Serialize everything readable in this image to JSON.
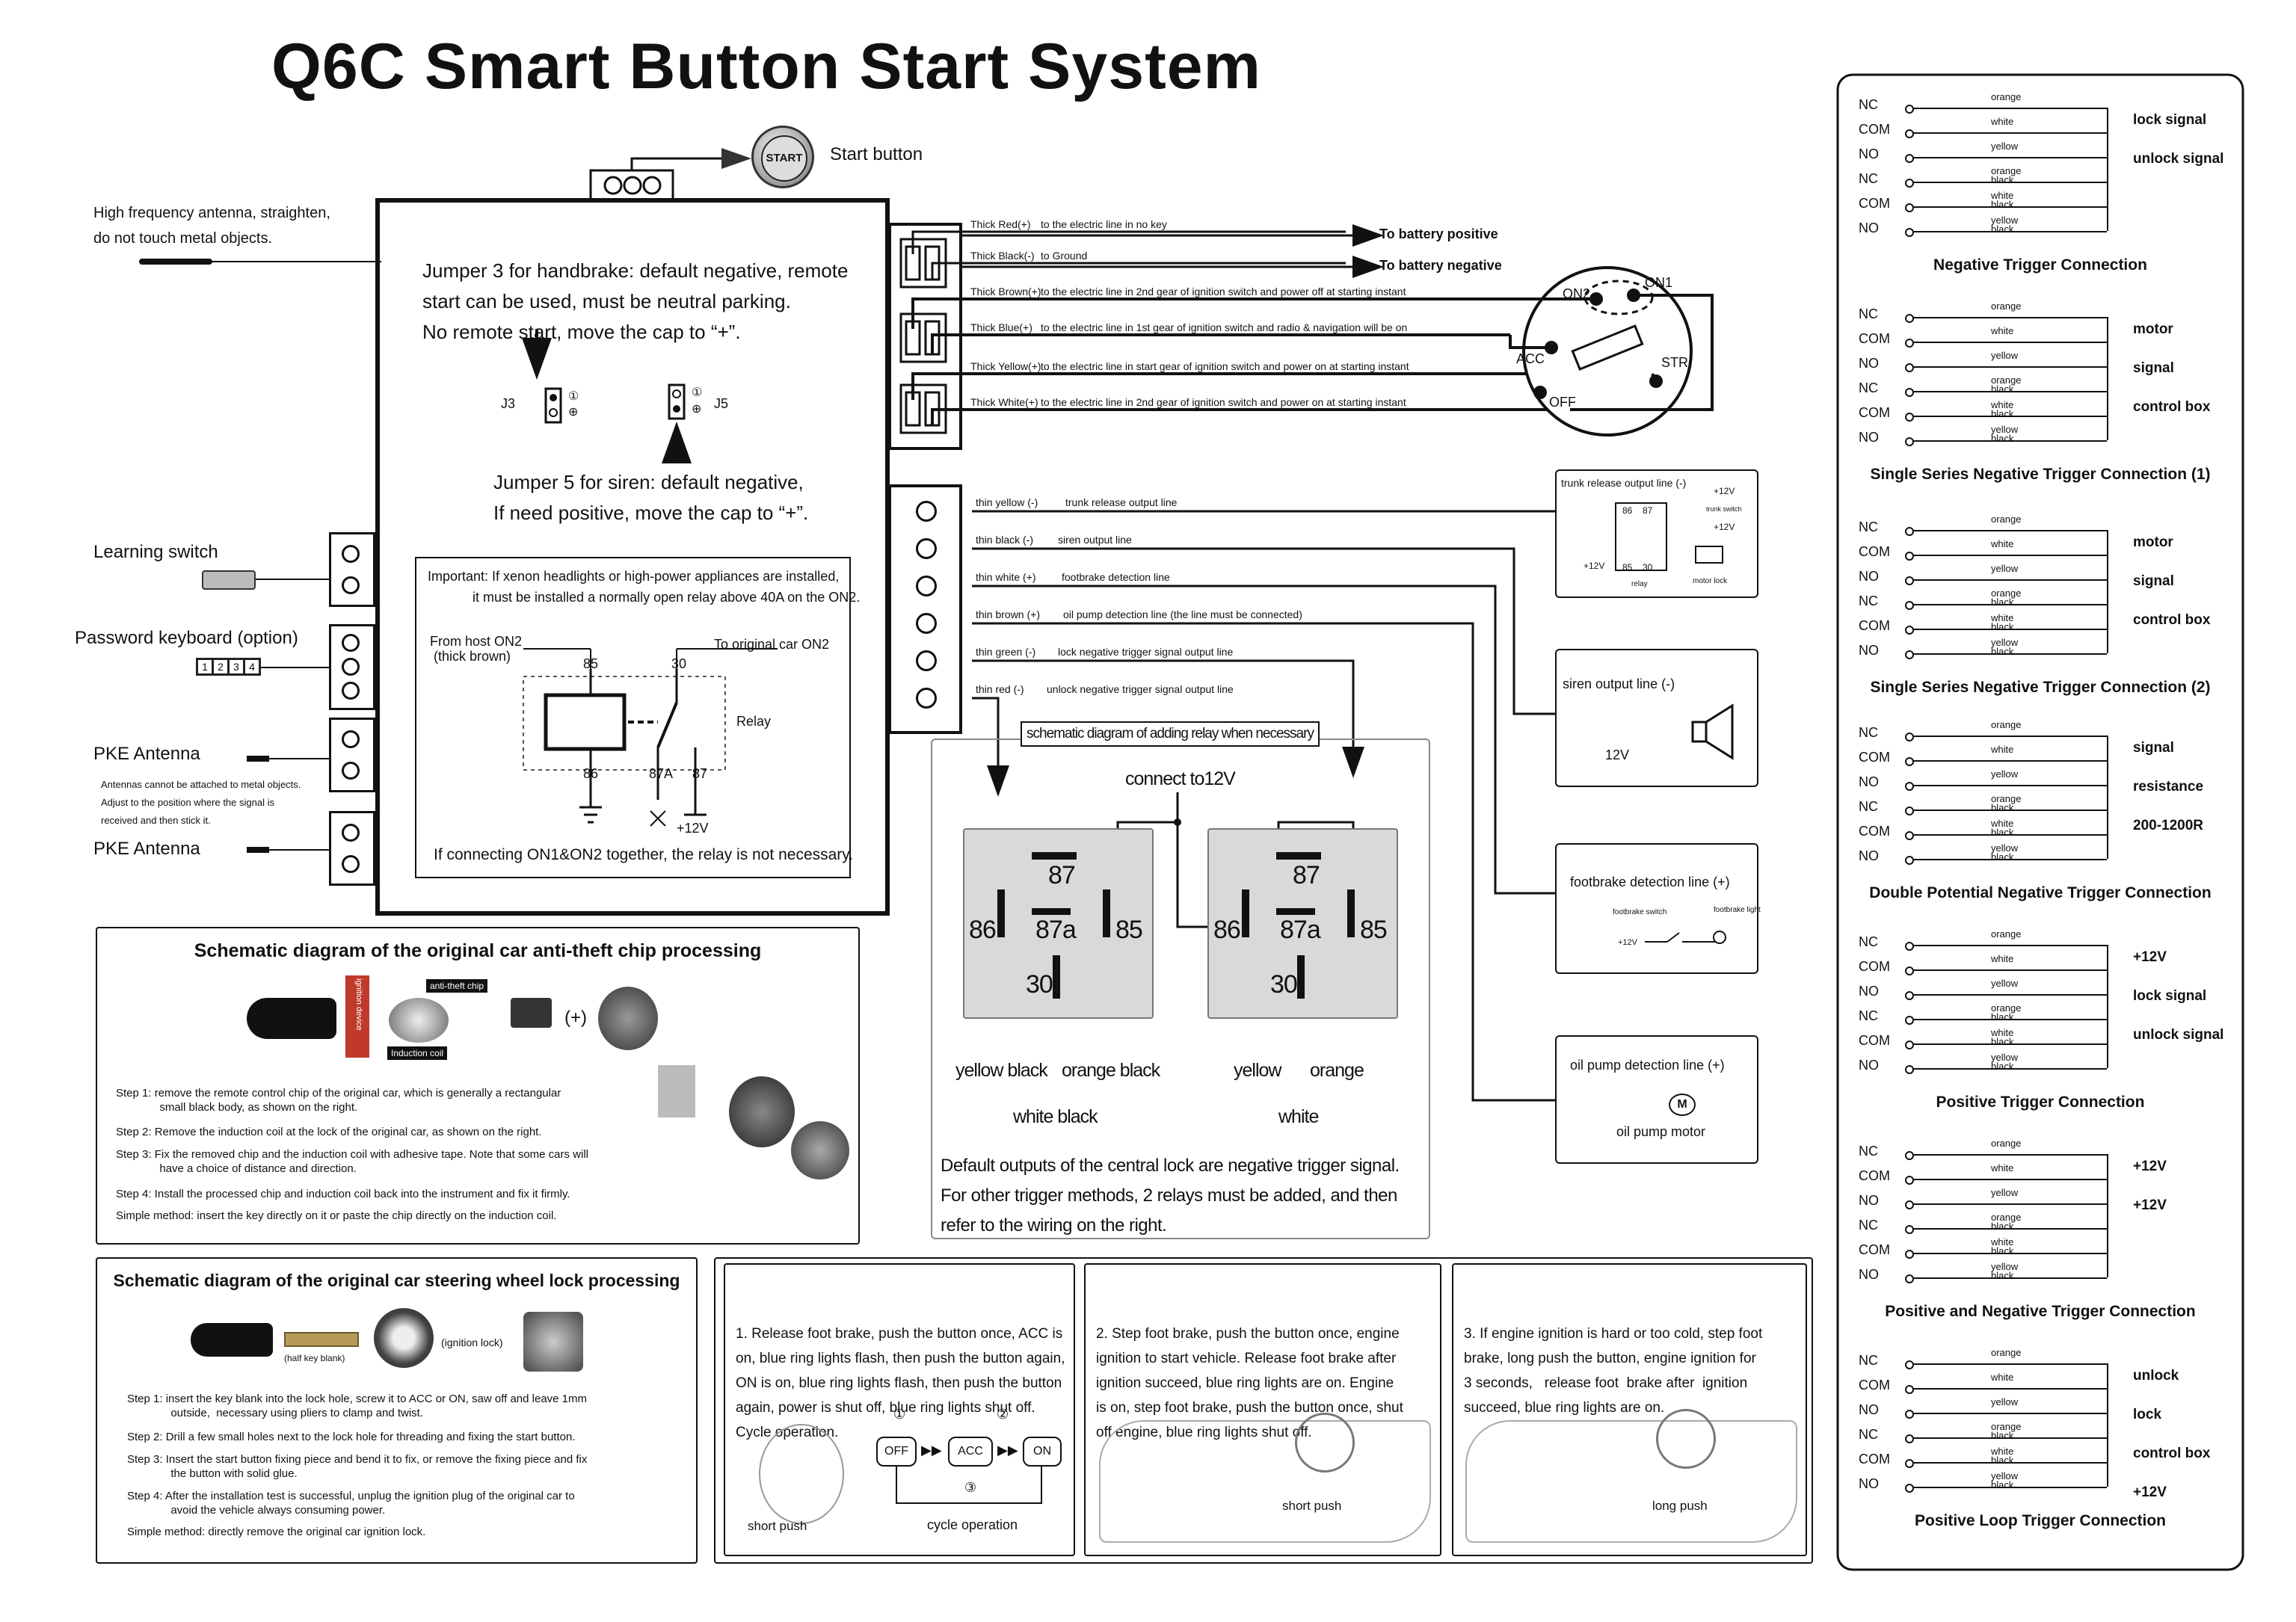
{
  "title": "Q6C Smart Button Start System",
  "start_button": {
    "icon_text": "START",
    "label": "Start button"
  },
  "antenna_note": [
    "High frequency antenna, straighten,",
    "do not touch metal objects."
  ],
  "jumper3_text": [
    "Jumper 3 for handbrake: default negative, remote",
    "start can be used, must be neutral parking.",
    "No remote start, move the cap to  “+”."
  ],
  "jumper5_text": [
    "Jumper 5 for siren: default negative,",
    "If need positive, move the cap to  “+”."
  ],
  "jumpers": {
    "j3": "J3",
    "j5": "J5",
    "one": "①",
    "plus": "⊕"
  },
  "important": [
    "Important: If xenon headlights or high-power appliances are installed,",
    "it must be installed a normally open relay above 40A on the ON2."
  ],
  "relay_inner": {
    "from_host": "From host ON2",
    "thick_brown": "(thick brown)",
    "to_original": "To original car ON2",
    "relay": "Relay",
    "p85": "85",
    "p30": "30",
    "p86": "86",
    "p87a": "87A",
    "p87": "87",
    "plus12": "+12V",
    "note": "If connecting ON1&ON2 together, the relay is not necessary."
  },
  "left_labels": {
    "learning": "Learning switch",
    "password": "Password keyboard  (option)",
    "keypad": [
      "1",
      "2",
      "3",
      "4"
    ],
    "pke1": "PKE Antenna",
    "pke_note": [
      "Antennas cannot be attached to metal objects.",
      "Adjust to the position where the signal is",
      "received and then stick it."
    ],
    "pke2": "PKE Antenna"
  },
  "thick_wires": [
    {
      "name": "Thick Red(+)",
      "desc": "to the electric line in no key"
    },
    {
      "name": "Thick Black(-)",
      "desc": "to Ground"
    },
    {
      "name": "Thick Brown(+)",
      "desc": "to the electric line in 2nd gear of ignition switch and power off at starting instant"
    },
    {
      "name": "Thick Blue(+)",
      "desc": "to the electric line in 1st gear of ignition switch and radio & navigation will be on"
    },
    {
      "name": "Thick Yellow(+)",
      "desc": "to the electric line in start gear of ignition switch and power on at starting instant"
    },
    {
      "name": "Thick White(+)",
      "desc": "to the electric line in 2nd gear of ignition switch and power on at starting instant"
    }
  ],
  "battery": {
    "positive": "To battery positive",
    "negative": "To battery negative"
  },
  "ignition": {
    "on2": "ON2",
    "on1": "ON1",
    "acc": "ACC",
    "str": "STR",
    "off": "OFF"
  },
  "thin_wires": [
    {
      "name": "thin yellow (-)",
      "desc": "trunk release output line"
    },
    {
      "name": "thin black (-)",
      "desc": "siren output line"
    },
    {
      "name": "thin white (+)",
      "desc": "footbrake detection line"
    },
    {
      "name": "thin brown (+)",
      "desc": "oil pump detection line (the line must be connected)"
    },
    {
      "name": "thin green (-)",
      "desc": "lock negative trigger signal output line"
    },
    {
      "name": "thin red (-)",
      "desc": "unlock negative trigger signal output line"
    }
  ],
  "side_boxes": {
    "trunk": {
      "title": "trunk release output line (-)",
      "v1": "+12V",
      "v2": "+12V",
      "v3": "+12V",
      "p86": "86",
      "p87": "87",
      "p85": "85",
      "p30": "30",
      "relay": "relay",
      "switch": "trunk switch",
      "lock": "motor lock"
    },
    "siren": {
      "title": "siren output line (-)",
      "v": "12V"
    },
    "footbrake": {
      "title": "footbrake detection line (+)",
      "sw": "footbrake switch",
      "light": "footbrake light",
      "v": "+12V"
    },
    "oil": {
      "title": "oil pump detection line (+)",
      "motor": "oil pump motor",
      "m": "M"
    }
  },
  "relay_schematic": {
    "title": "schematic diagram of adding relay when necessary",
    "connect": "connect to12V",
    "pins": {
      "p87": "87",
      "p86": "86",
      "p87a": "87a",
      "p85": "85",
      "p30": "30"
    },
    "left": {
      "a": "yellow black",
      "b": "orange black",
      "c": "white black"
    },
    "right": {
      "a": "yellow",
      "b": "orange",
      "c": "white"
    },
    "note": [
      "Default outputs of the central lock are negative trigger signal.",
      "For other trigger methods, 2 relays must be added, and then",
      "refer to the wiring on the right."
    ]
  },
  "chip": {
    "title": "Schematic diagram of the original car anti-theft chip processing",
    "tags": {
      "anti": "anti-theft chip",
      "ign": "ignition device",
      "coil": "Induction coil",
      "plus": "(+)"
    },
    "steps": [
      "Step 1: remove the remote control chip of the original car, which is generally a rectangular\n              small black body, as shown on the right.",
      "Step 2: Remove the induction coil at the lock of the original car, as shown on the right.",
      "Step 3: Fix the removed chip and the induction coil with adhesive tape. Note that some cars will\n              have a choice of distance and direction.",
      "Step 4: Install the processed chip and induction coil back into the instrument and fix it firmly.",
      "Simple method: insert the key directly on it or paste the chip directly on the induction coil."
    ]
  },
  "steering": {
    "title": "Schematic diagram of the original car steering wheel lock processing",
    "half": "(half key blank)",
    "ign": "(ignition lock)",
    "steps": [
      "Step 1: insert the key blank into the lock hole, screw it to ACC or ON, saw off and leave 1mm\n              outside,  necessary using pliers to clamp and twist.",
      "Step 2: Drill a few small holes next to the lock hole for threading and fixing the start button.",
      "Step 3: Insert the start button fixing piece and bend it to fix, or remove the fixing piece and fix\n              the button with solid glue.",
      "Step 4: After the installation test is successful, unplug the ignition plug of the original car to\n              avoid the vehicle always consuming power.",
      "Simple method: directly remove the original car ignition lock."
    ]
  },
  "operation": [
    {
      "text": "1. Release foot brake, push the button once, ACC is\non, blue ring lights flash, then push the button again,\nON is on, blue ring lights flash, then push the button\nagain, power is shut off, blue ring lights shut off.\nCycle operation.",
      "caption": "short push",
      "cycle": {
        "n1": "①",
        "n2": "②",
        "n3": "③",
        "off": "OFF",
        "acc": "ACC",
        "on": "ON",
        "label": "cycle operation"
      }
    },
    {
      "text": "2. Step foot brake, push the button once, engine\nignition to start vehicle. Release foot brake after\nignition succeed, blue ring lights are on. Engine\nis on, step foot brake, push the button once, shut\noff engine, blue ring lights shut off.",
      "caption": "short push"
    },
    {
      "text": "3. If engine ignition is hard or too cold, step foot\nbrake, long push the button, engine ignition for\n3 seconds,   release foot  brake after  ignition\nsucceed, blue ring lights are on.",
      "caption": "long push"
    }
  ],
  "right_panel": {
    "rows": [
      "NC",
      "COM",
      "NO",
      "NC",
      "COM",
      "NO"
    ],
    "wires": [
      "orange",
      "white",
      "yellow",
      "orange\nblack",
      "white\nblack",
      "yellow\nblack"
    ],
    "sections": [
      {
        "title": "Negative  Trigger Connection",
        "notes": [
          "lock signal",
          "unlock signal"
        ]
      },
      {
        "title": "Single Series Negative Trigger Connection (1)",
        "notes": [
          "motor",
          "signal",
          "control box"
        ]
      },
      {
        "title": "Single Series Negative Trigger Connection (2)",
        "notes": [
          "motor",
          "signal",
          "control box"
        ]
      },
      {
        "title": "Double Potential Negative Trigger Connection",
        "notes": [
          "signal",
          "resistance",
          "200-1200R"
        ]
      },
      {
        "title": "Positive  Trigger Connection",
        "notes": [
          "+12V",
          "lock signal",
          "unlock signal"
        ]
      },
      {
        "title": "Positive and Negative Trigger Connection",
        "notes": [
          "+12V",
          "+12V"
        ]
      },
      {
        "title": "Positive Loop Trigger Connection",
        "notes": [
          "unlock",
          "lock",
          "control box",
          "+12V"
        ]
      }
    ]
  }
}
